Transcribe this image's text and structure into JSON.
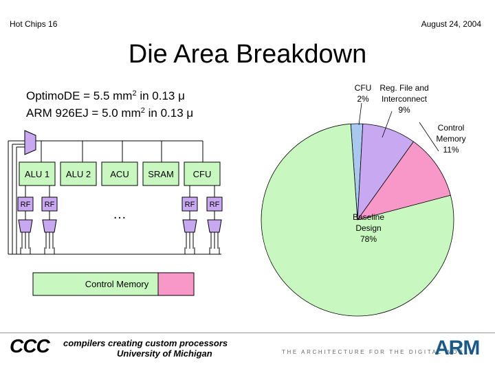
{
  "header": {
    "left": "Hot Chips 16",
    "right": "August 24, 2004"
  },
  "title": "Die Area Breakdown",
  "specs": {
    "line1_prefix": "OptimoDE = 5.5 mm",
    "line1_sup": "2",
    "line1_suffix": " in 0.13 μ",
    "line2_prefix": "ARM 926EJ = 5.0 mm",
    "line2_sup": "2",
    "line2_suffix": " in 0.13 μ"
  },
  "diagram": {
    "units": [
      "ALU 1",
      "ALU 2",
      "ACU",
      "SRAM",
      "CFU"
    ],
    "rf_labels": [
      "RF",
      "RF",
      "RF",
      "RF"
    ],
    "ellipsis": "…",
    "control_memory": "Control Memory"
  },
  "chart_data": {
    "type": "pie",
    "slices": [
      {
        "label_lines": [
          "CFU",
          "2%"
        ],
        "value": 2,
        "color": "#a8c8f0"
      },
      {
        "label_lines": [
          "Reg. File and",
          "Interconnect",
          "9%"
        ],
        "value": 9,
        "color": "#c8a8f0"
      },
      {
        "label_lines": [
          "Control",
          "Memory",
          "11%"
        ],
        "value": 11,
        "color": "#f898c8"
      },
      {
        "label_lines": [
          "Baseline",
          "Design",
          "78%"
        ],
        "value": 78,
        "color": "#c8f8c0"
      }
    ]
  },
  "footer": {
    "logo_text": "CCC",
    "org_line1": "compilers creating custom processors",
    "org_line2": "University of Michigan",
    "tagline": "THE ARCHITECTURE FOR THE DIGITAL WORLD",
    "arm_logo": "ARM"
  },
  "colors": {
    "alu_fill": "#c8f8c0",
    "control_memory_green": "#c8f8c0",
    "control_memory_pink": "#f898c8",
    "rf_fill": "#c8a8f0",
    "mux_fill": "#c8a8f0"
  }
}
